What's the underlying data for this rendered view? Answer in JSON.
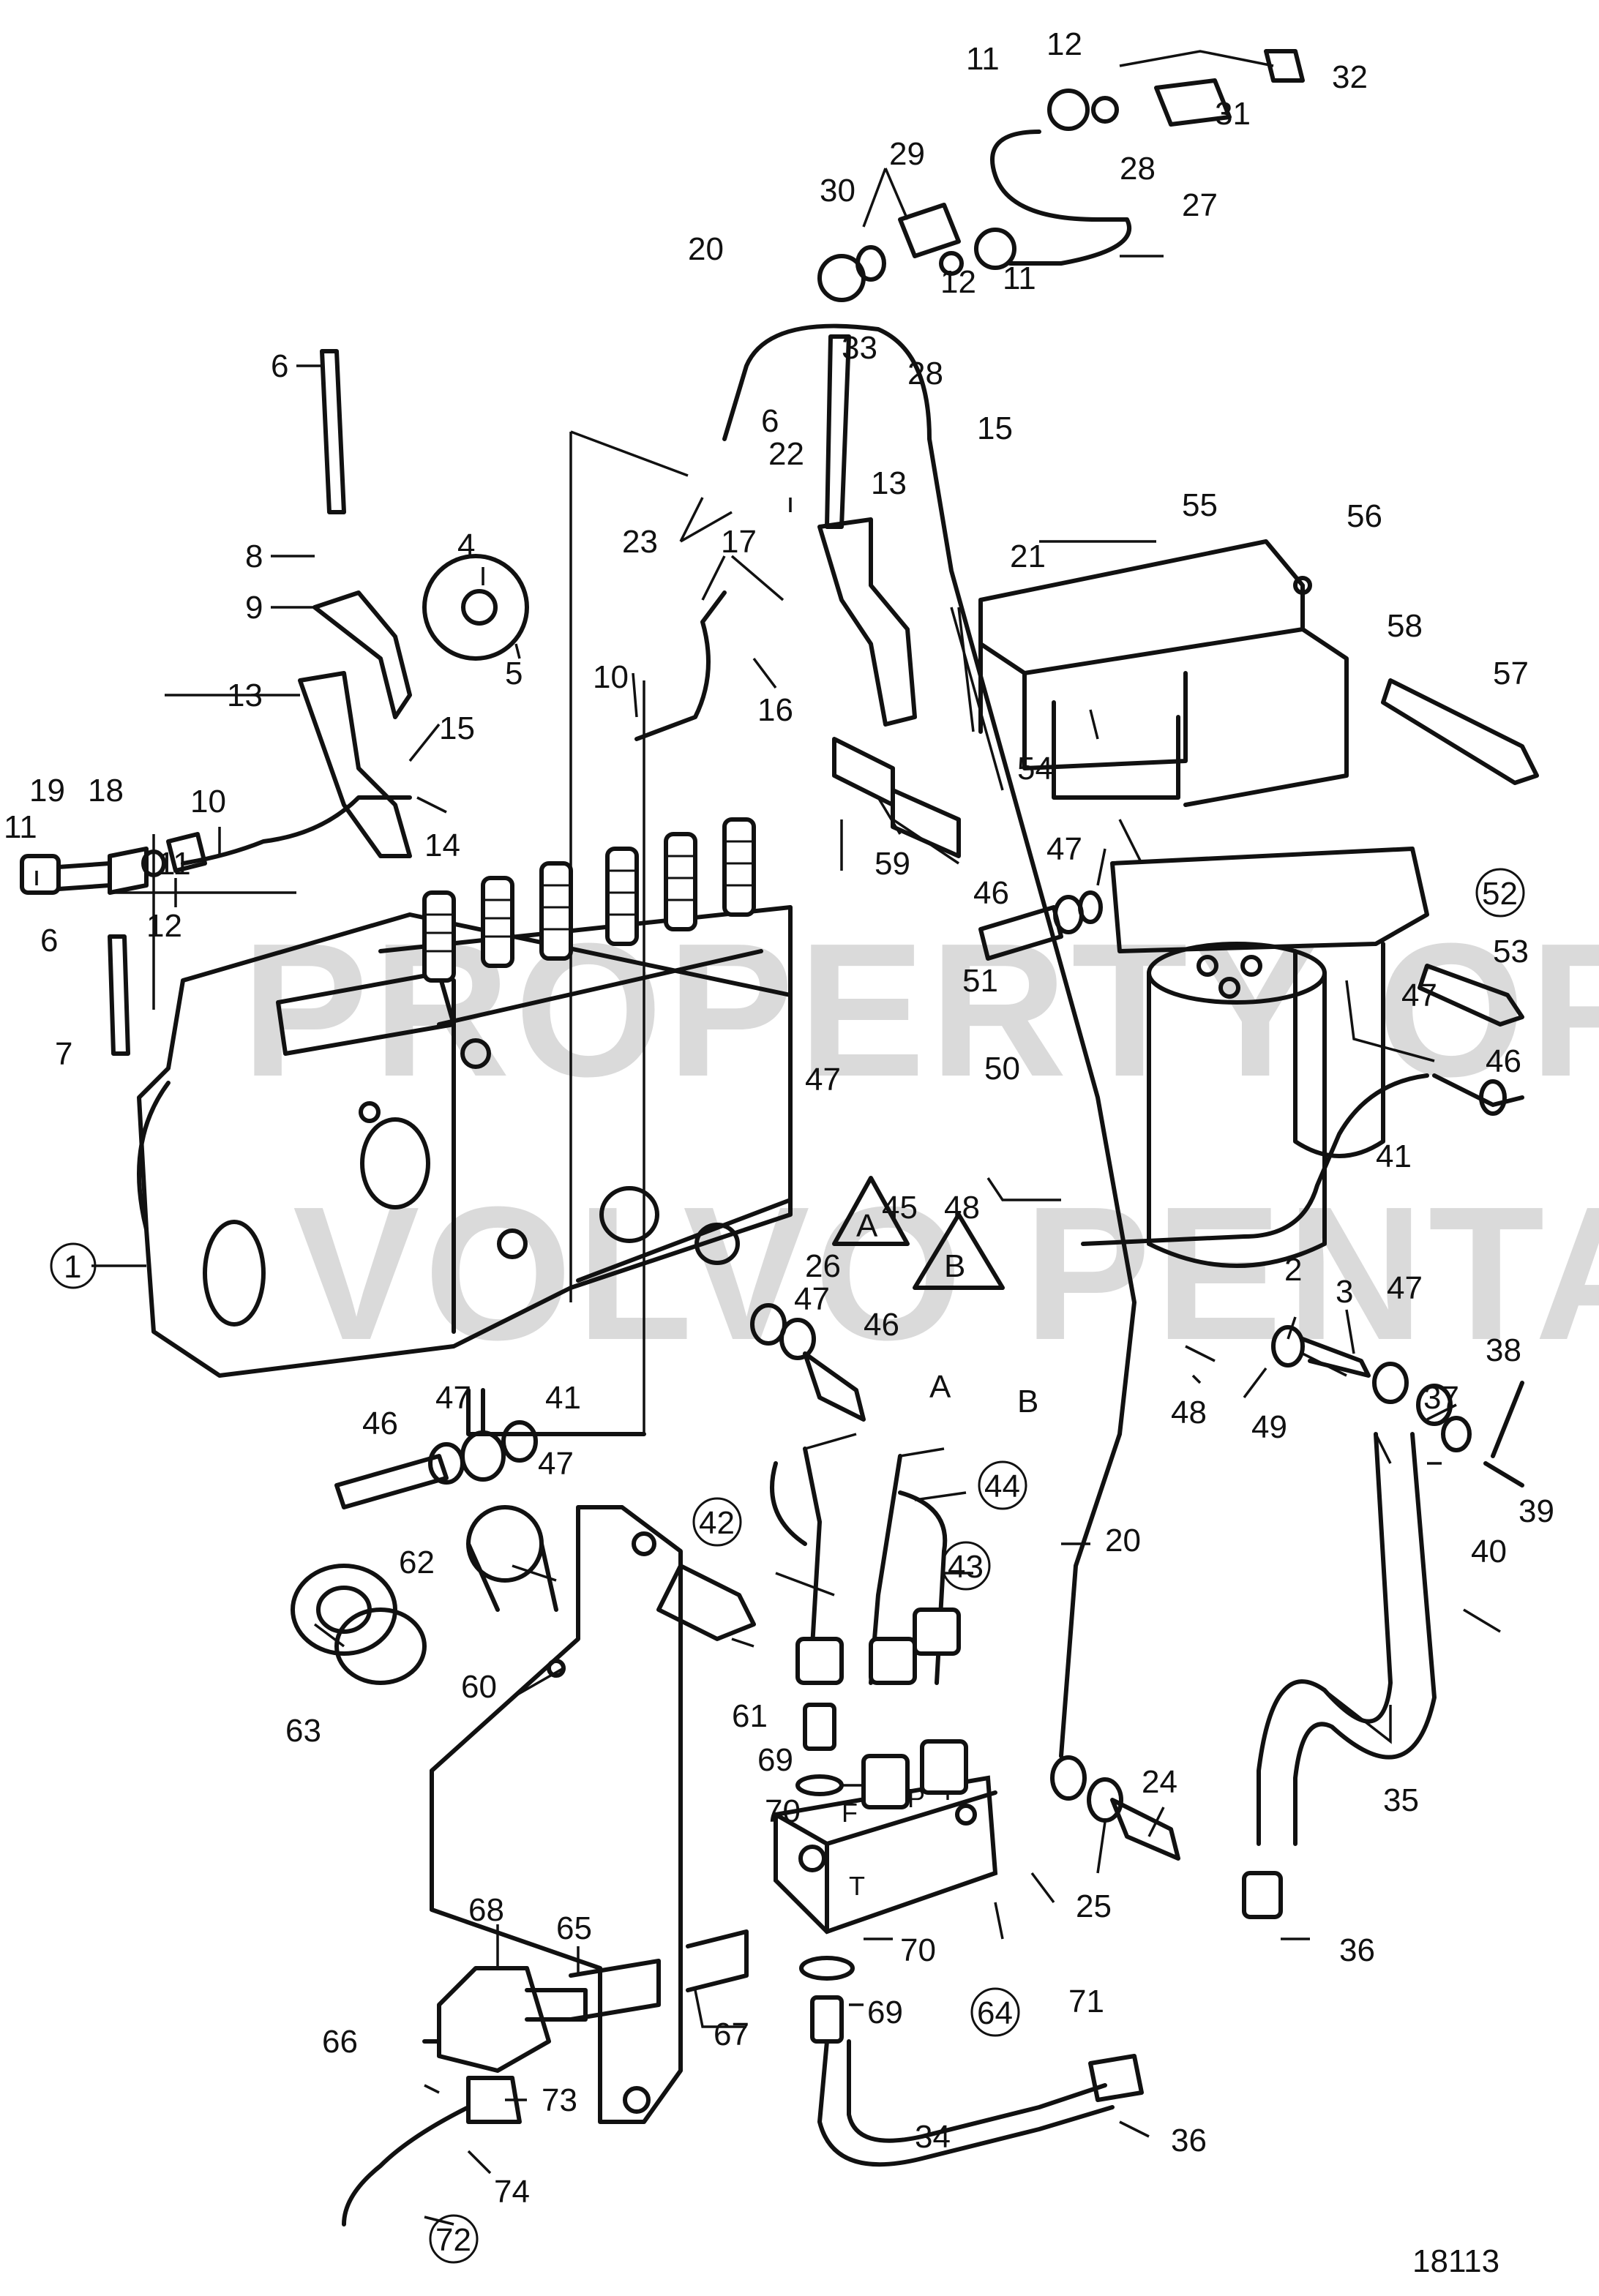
{
  "drawing_number": "18113",
  "watermark_lines": [
    "PROPERTY OF",
    "VOLVO PENTA"
  ],
  "callouts": {
    "c1": "1",
    "c2": "2",
    "c3": "3",
    "c4": "4",
    "c5": "5",
    "c6": "6",
    "c7": "7",
    "c8": "8",
    "c9": "9",
    "c10": "10",
    "c11": "11",
    "c12": "12",
    "c13": "13",
    "c14": "14",
    "c15": "15",
    "c16": "16",
    "c17": "17",
    "c18": "18",
    "c19": "19",
    "c20": "20",
    "c21": "21",
    "c22": "22",
    "c23": "23",
    "c24": "24",
    "c25": "25",
    "c26": "26",
    "c27": "27",
    "c28": "28",
    "c29": "29",
    "c30": "30",
    "c31": "31",
    "c32": "32",
    "c33": "33",
    "c34": "34",
    "c35": "35",
    "c36": "36",
    "c37": "37",
    "c38": "38",
    "c39": "39",
    "c40": "40",
    "c41": "41",
    "c42": "42",
    "c43": "43",
    "c44": "44",
    "c45": "45",
    "c46": "46",
    "c47": "47",
    "c48": "48",
    "c49": "49",
    "c50": "50",
    "c51": "51",
    "c52": "52",
    "c53": "53",
    "c54": "54",
    "c55": "55",
    "c56": "56",
    "c57": "57",
    "c58": "58",
    "c59": "59",
    "c60": "60",
    "c61": "61",
    "c62": "62",
    "c63": "63",
    "c64": "64",
    "c65": "65",
    "c66": "66",
    "c67": "67",
    "c68": "68",
    "c69": "69",
    "c70": "70",
    "c71": "71",
    "c72": "72",
    "c73": "73",
    "c74": "74"
  },
  "connection_markers": {
    "a": "A",
    "b": "B"
  },
  "valve_port_letters": {
    "f": "F",
    "p": "P",
    "i": "I",
    "t": "T"
  }
}
